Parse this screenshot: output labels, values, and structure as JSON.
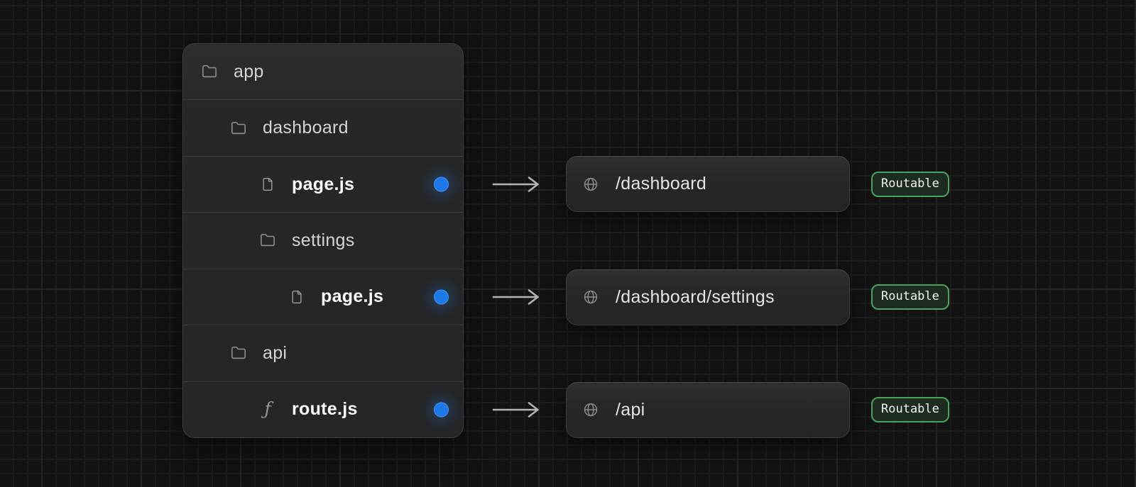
{
  "diagram": {
    "description_kind": "file-system-routing-diagram"
  },
  "tree": {
    "items": [
      {
        "label": "app",
        "type": "folder",
        "level": 0,
        "routable": false
      },
      {
        "label": "dashboard",
        "type": "folder",
        "level": 1,
        "routable": false
      },
      {
        "label": "page.js",
        "type": "file",
        "level": 2,
        "routable": true
      },
      {
        "label": "settings",
        "type": "folder",
        "level": 2,
        "routable": false
      },
      {
        "label": "page.js",
        "type": "file",
        "level": 3,
        "routable": true
      },
      {
        "label": "api",
        "type": "folder",
        "level": 1,
        "routable": false
      },
      {
        "label": "route.js",
        "type": "function",
        "level": 2,
        "routable": true
      }
    ]
  },
  "routes": [
    {
      "path": "/dashboard",
      "badge_label": "Routable",
      "tree_row_index": 2
    },
    {
      "path": "/dashboard/settings",
      "badge_label": "Routable",
      "tree_row_index": 4
    },
    {
      "path": "/api",
      "badge_label": "Routable",
      "tree_row_index": 6
    }
  ],
  "glyphs": {
    "function": "ƒ"
  },
  "icons": {
    "folder": "folder-outline-icon",
    "file": "file-outline-icon",
    "function": "function-f-icon",
    "globe": "globe-icon",
    "arrow": "arrow-right-icon",
    "routable_dot": "blue-dot-indicator"
  },
  "colors": {
    "background": "#121212",
    "grid_line": "#1c1c1c",
    "panel_background": "#292929",
    "panel_border": "#3f3f3f",
    "routable_dot_blue": "#1d79e8",
    "badge_green_border": "#4aa35c",
    "badge_green_background": "#1e2b21",
    "arrow_gray": "#b3b3b3"
  }
}
